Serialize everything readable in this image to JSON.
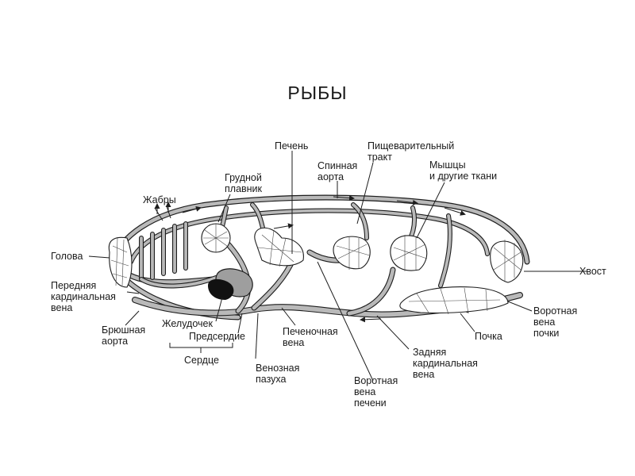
{
  "title": "РЫБЫ",
  "labels": {
    "liver": "Печень",
    "digestive_1": "Пищеварительный",
    "digestive_2": "тракт",
    "pectoral_1": "Грудной",
    "pectoral_2": "плавник",
    "aorta_1": "Спинная",
    "aorta_2": "аорта",
    "muscles_1": "Мышцы",
    "muscles_2": "и другие ткани",
    "gills": "Жабры",
    "head": "Голова",
    "tail": "Хвост",
    "ant_card_1": "Передняя",
    "ant_card_2": "кардинальная",
    "ant_card_3": "вена",
    "ventral_1": "Брюшная",
    "ventral_2": "аорта",
    "ventricle": "Желудочек",
    "atrium": "Предсердие",
    "heart": "Сердце",
    "sinus_1": "Венозная",
    "sinus_2": "пазуха",
    "hep_vein_1": "Печеночная",
    "hep_vein_2": "вена",
    "portal_liver_1": "Воротная",
    "portal_liver_2": "вена",
    "portal_liver_3": "печени",
    "post_card_1": "Задняя",
    "post_card_2": "кардинальная",
    "post_card_3": "вена",
    "kidney": "Почка",
    "portal_kidney_1": "Воротная",
    "portal_kidney_2": "вена",
    "portal_kidney_3": "почки"
  },
  "colors": {
    "ink": "#1d1d1d",
    "vessel_fill": "#b9b9b9",
    "background": "#ffffff"
  }
}
